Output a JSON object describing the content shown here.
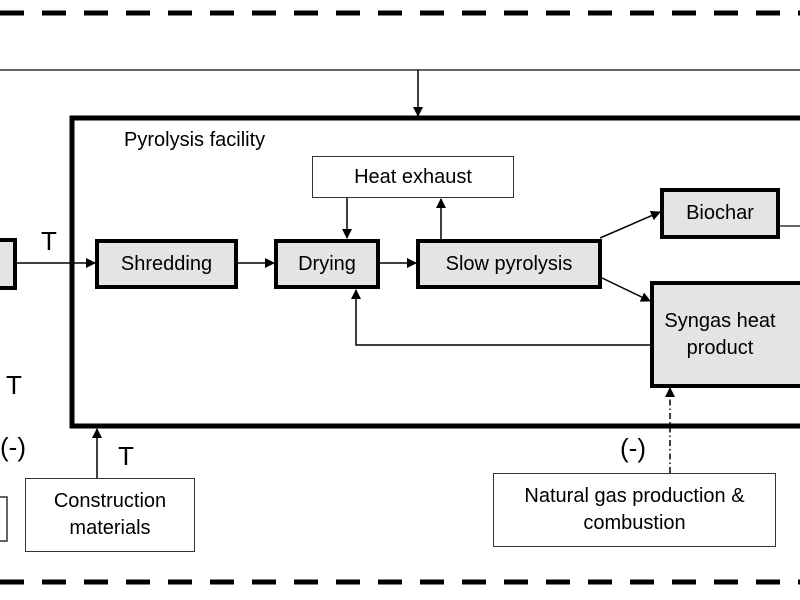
{
  "facility": {
    "title": "Pyrolysis facility"
  },
  "processes": {
    "shredding": "Shredding",
    "drying": "Drying",
    "slow_pyrolysis": "Slow pyrolysis",
    "biochar": "Biochar",
    "syngas": "Syngas heat product"
  },
  "externals": {
    "heat_exhaust": "Heat exhaust",
    "construction": "Construction materials",
    "natural_gas": "Natural gas production & combustion"
  },
  "annotations": {
    "transport_feed": "T",
    "transport_left": "T",
    "transport_construction": "T",
    "avoided_left": "(-)",
    "avoided_natural_gas": "(-)"
  },
  "colors": {
    "process_fill": "#e4e4e4",
    "stroke": "#000000"
  }
}
